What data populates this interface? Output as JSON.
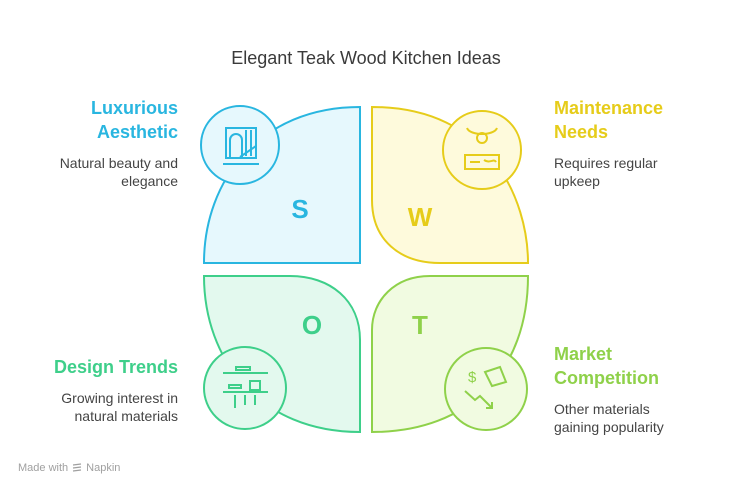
{
  "title": "Elegant Teak Wood Kitchen Ideas",
  "quadrants": [
    {
      "letter": "S",
      "heading_line1": "Luxurious",
      "heading_line2": "Aesthetic",
      "desc_line1": "Natural beauty and",
      "desc_line2": "elegance",
      "color": "#29b6e0",
      "fill": "#e6f8fd",
      "icon": "wood-panel-door-icon"
    },
    {
      "letter": "W",
      "heading_line1": "Maintenance",
      "heading_line2": "Needs",
      "desc_line1": "Requires regular",
      "desc_line2": "upkeep",
      "color": "#e6cc1a",
      "fill": "#fefadc",
      "icon": "wood-plank-gear-icon"
    },
    {
      "letter": "O",
      "heading_line1": "Design Trends",
      "heading_line2": "",
      "desc_line1": "Growing interest in",
      "desc_line2": "natural materials",
      "color": "#3ecf8a",
      "fill": "#e3f9ee",
      "icon": "kitchen-shelf-icon"
    },
    {
      "letter": "T",
      "heading_line1": "Market",
      "heading_line2": "Competition",
      "desc_line1": "Other materials",
      "desc_line2": "gaining popularity",
      "color": "#8fd14a",
      "fill": "#f1fbe1",
      "icon": "price-drop-icon"
    }
  ],
  "footer": {
    "made_with": "Made with",
    "brand": "Napkin"
  }
}
